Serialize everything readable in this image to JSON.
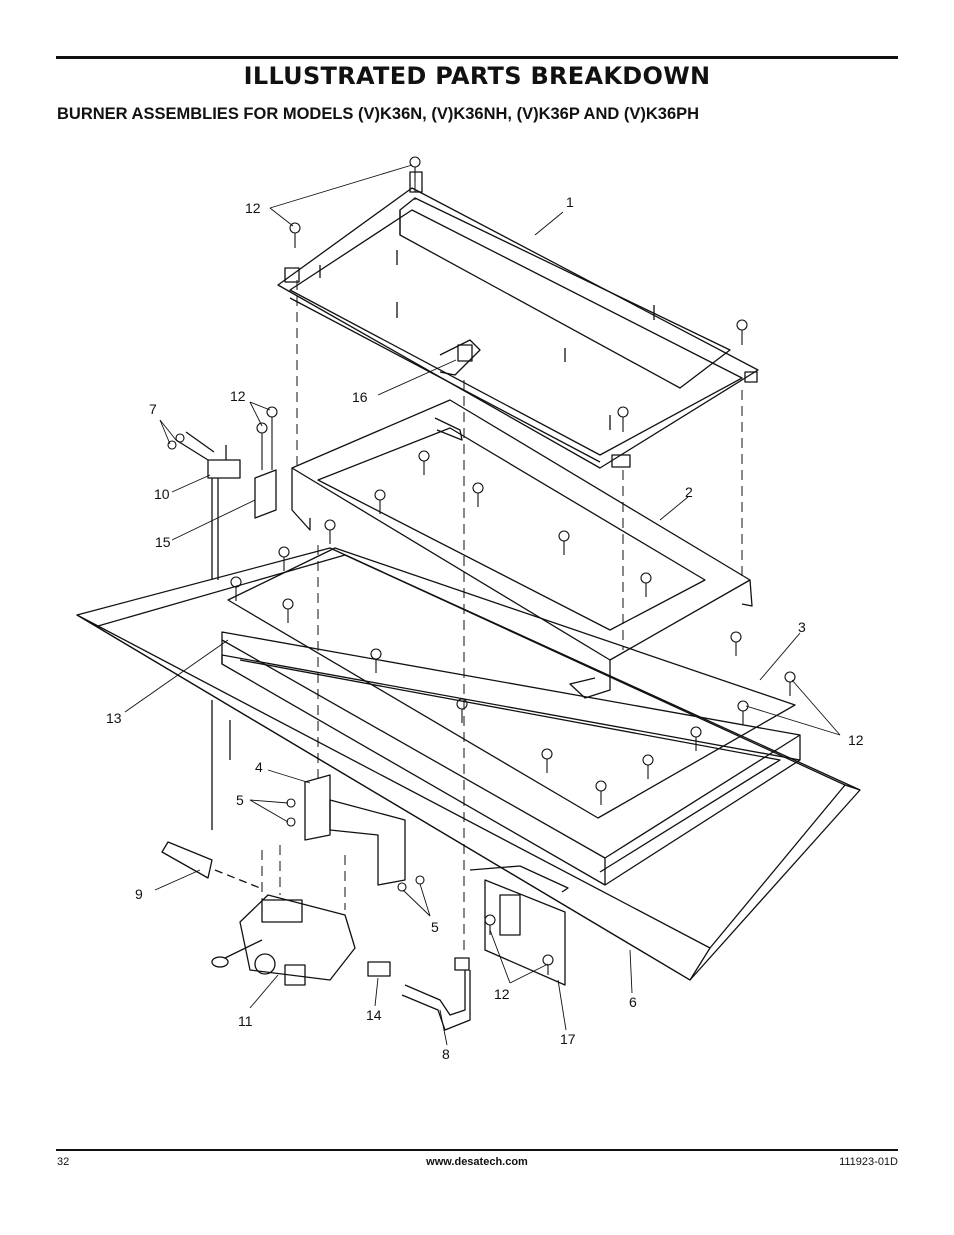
{
  "header": {
    "title": "ILLUSTRATED PARTS BREAKDOWN",
    "subtitle": "BURNER ASSEMBLIES FOR MODELS (V)K36N, (V)K36NH, (V)K36P AND (V)K36PH"
  },
  "diagram": {
    "callouts": {
      "c1": "1",
      "c2": "2",
      "c3": "3",
      "c4": "4",
      "c5a": "5",
      "c5b": "5",
      "c6": "6",
      "c7": "7",
      "c8": "8",
      "c9": "9",
      "c10": "10",
      "c11": "11",
      "c12a": "12",
      "c12b": "12",
      "c12c": "12",
      "c12d": "12",
      "c13": "13",
      "c14": "14",
      "c15": "15",
      "c16": "16",
      "c17": "17"
    }
  },
  "footer": {
    "page_number": "32",
    "website": "www.desatech.com",
    "doc_number": "111923-01D"
  }
}
